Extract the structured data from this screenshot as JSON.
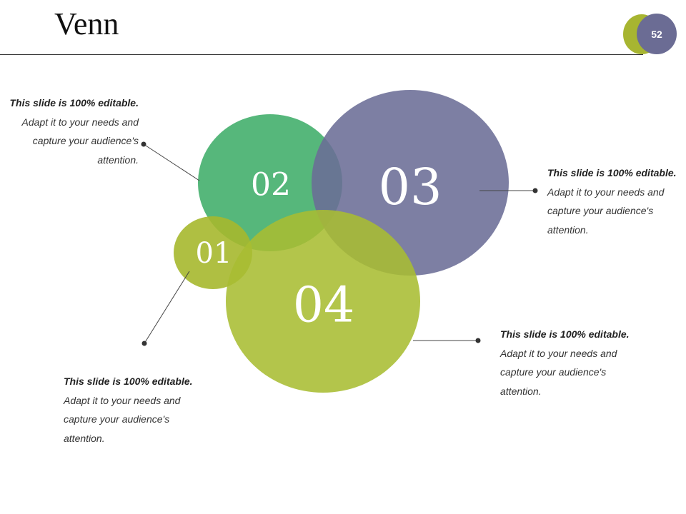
{
  "slide": {
    "title": "Venn",
    "page_number": "52"
  },
  "colors": {
    "green": "#3fad69",
    "purple": "#6b6d96",
    "olive": "#a6b82d",
    "lime": "#a8bd32",
    "page_accent": "#a7b531",
    "page_badge": "#6b6c94"
  },
  "venn": {
    "circles": [
      {
        "id": "01",
        "label": "01"
      },
      {
        "id": "02",
        "label": "02"
      },
      {
        "id": "03",
        "label": "03"
      },
      {
        "id": "04",
        "label": "04"
      }
    ]
  },
  "callouts": [
    {
      "head": "This slide is 100% editable.",
      "line1": "Adapt it to your needs and",
      "line2": "capture your audience's",
      "line3": "attention."
    },
    {
      "head": "This slide is 100% editable.",
      "line1": "Adapt it to your needs and",
      "line2": "capture your audience's",
      "line3": "attention."
    },
    {
      "head": "This slide is 100% editable.",
      "line1": "Adapt it to your needs and",
      "line2": "capture your audience's",
      "line3": "attention."
    },
    {
      "head": "This slide is 100% editable.",
      "line1": "Adapt it to your needs and",
      "line2": "capture your audience's",
      "line3": "attention."
    }
  ]
}
